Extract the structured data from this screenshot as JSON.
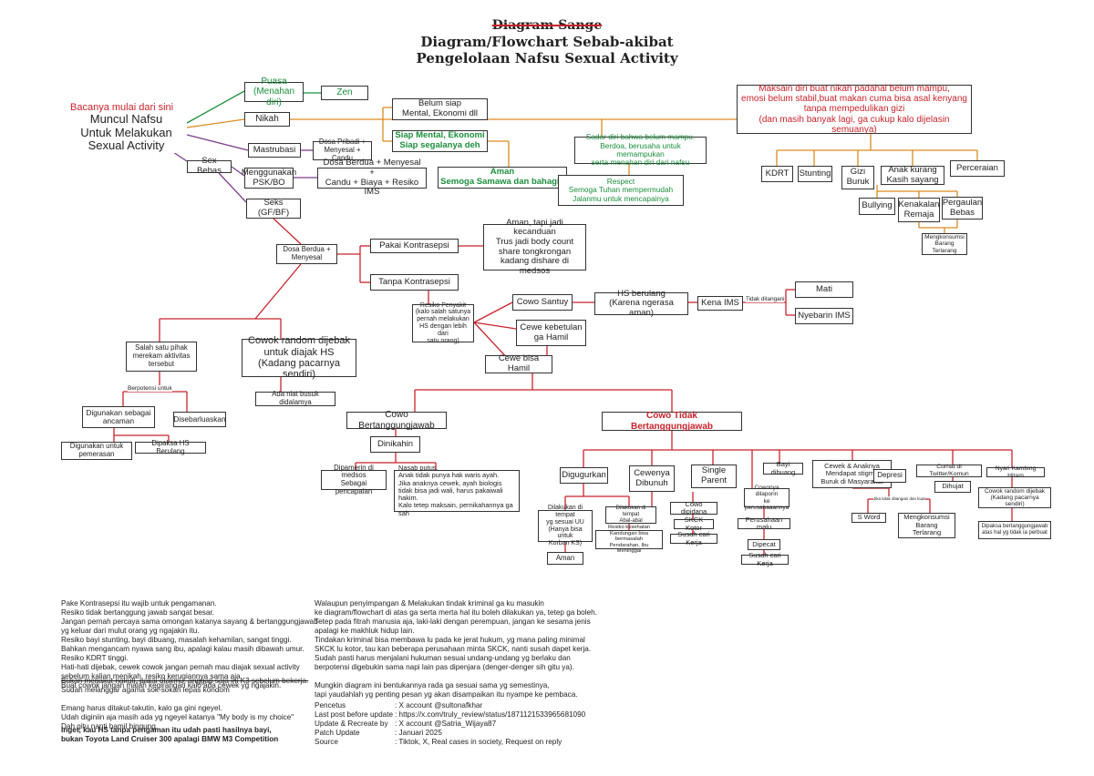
{
  "titles": {
    "struck": "Diagram Sange",
    "line1": "Diagram/Flowchart Sebab-akibat",
    "line2": "Pengelolaan Nafsu Sexual Activity"
  },
  "nodes": {
    "start_hint": "Bacanya mulai dari sini",
    "start": "Muncul Nafsu\nUntuk Melakukan\nSexual Activity",
    "puasa": "Puasa\n(Menahan diri)",
    "zen": "Zen",
    "nikah": "Nikah",
    "belum_siap": "Belum siap\nMental, Ekonomi dll",
    "siap": "Siap Mental, Ekonomi\nSiap segalanya deh",
    "aman_samawa": "Aman\nSemoga Samawa dan bahagia",
    "sadar": "Sadar diri bahwa belum mampu.\nBerdoa, berusaha untuk memampukan\nserta menahan diri dari nafsu",
    "respect": "Respect\nSemoga Tuhan mempermudah\nJalanmu untuk mencapainya",
    "maksain": "Maksain diri buat nikah padahal belum mampu,\nemosi belum stabil,buat makan cuma bisa asal kenyang\ntanpa mempedulikan gizi\n(dan masih banyak lagi, ga cukup kalo dijelasin semuanya)",
    "kdrt": "KDRT",
    "stunting": "Stunting",
    "gizi_buruk": "Gizi\nBuruk",
    "anak_kurang": "Anak kurang\nKasih sayang",
    "perceraian": "Perceraian",
    "bullying": "Bullying",
    "kenakalan": "Kenakalan\nRemaja",
    "pergaulan": "Pergaulan\nBebas",
    "mengkonsumsi_top": "Mengkonsumsi\nBarang\nTerlarang",
    "mastrubasi": "Mastrubasi",
    "dosa_pribadi": "Dosa Pribadi +\nMenyesal + Candu",
    "sex_bebas": "Sex Bebas",
    "psk": "Menggunakan\nPSK/BO",
    "dosa_berdua_ims": "Dosa Berdua + Menyesal +\nCandu + Biaya + Resiko IMS",
    "seks": "Seks\n(GF/BF)",
    "dosa_berdua": "Dosa Berdua +\nMenyesal",
    "pakai_kontrasepsi": "Pakai Kontrasepsi",
    "aman_kecanduan": "Aman, tapi jadi kecanduan\nTrus jadi body count\nshare tongkrongan\nkadang dishare di medsos",
    "tanpa_kontrasepsi": "Tanpa Kontrasepsi",
    "resiko_penyakit": "Resiko Penyakit\n(kalo salah satunya\npernah melakukan\nHS dengan lebih dari\nsatu orang)",
    "cowo_santuy": "Cowo Santuy",
    "hs_berulang": "HS berulang\n(Karena ngerasa aman)",
    "kena_ims": "Kena IMS",
    "tidak_ditangani": "Tidak ditangani",
    "mati": "Mati",
    "nyebarin_ims": "Nyebarin IMS",
    "cewe_kebetulan": "Cewe kebetulan\nga Hamil",
    "cewe_hamil": "Cewe bisa Hamil",
    "salah_satu": "Salah satu pihak\nmerekam aktivitas\ntersebut",
    "cowok_random": "Cowok random dijebak\nuntuk diajak HS\n(Kadang pacarnya sendiri)",
    "ada_niat": "Ada niat busuk didalamya",
    "berpotensi": "Berpotensi untuk",
    "digunakan_ancaman": "Digunakan sebagai\nancaman",
    "disebarluaskan": "Disebarluaskan",
    "digunakan_pemerasan": "Digunakan untuk\npemerasan",
    "dipaksa_hs": "Dipaksa HS Berulang",
    "cowo_tanggung": "Cowo Bertanggungjawab",
    "dinikahin": "Dinikahin",
    "dipamerin": "Dipamerin di medsos\nSebagai pencapaian",
    "nasab": "Nasab putus.\nAnak tidak punya hak waris ayah.\nJika anaknya cewek, ayah biologis\ntidak bisa jadi wali, harus pakaiwali hakim.\nKalo tetep maksain, pernikahannya ga sah",
    "cowo_tidak": "Cowo Tidak Bertanggungjawab",
    "digugurkan": "Digugurkan",
    "dilakukan_sesuai": "Dilakukan di tempat\nyg sesuai UU\n(Hanya bisa untuk\nKorban KS)",
    "aman_bottom": "Aman",
    "dilakukan_abal": "Dilakukan di tempat\nAbal-abal",
    "resiko_kesehatan": "Resiko kesehatan\nKandungan bisa bermasalah\nPendarahan, Ibu Meninggal",
    "cewenya_dibunuh": "Cewenya\nDibunuh",
    "cowo_dipidana": "Cowo dipidana",
    "skck_kotor": "SKCK Kotor",
    "susah_kerja1": "Susah cari Kerja",
    "single_parent": "Single\nParent",
    "cowonya_dilaporin": "Cowonya dilaporin\nke perusahaaannya",
    "perusahaan_malu": "Perusahaan malu",
    "dipecat": "Dipecat",
    "susah_kerja2": "Susah cari Kerja",
    "bayi_dibuang": "Bayi dibuang",
    "cewek_anaknya": "Cewek & Anaknya\nMendapat stigma\nBuruk di Masyarakat",
    "depresi": "Depresi",
    "jika_tidak": "Jika tidak ditangani dan kuat",
    "s_word": "S Word",
    "mengkonsumsi_bottom": "Mengkonsumsi\nBarang\nTerlarang",
    "curhat": "Curhat di Twitter/Komun",
    "dihujat": "Dihujat",
    "nyari_kambing": "Nyari Kambing Hitam",
    "cowok_random_dijebak": "Cowok random dijebak\n(Kadang pacarnya sendiri)",
    "dipaksa_tanggung": "Dipaksa bertanggungjawab\natas hal yg tidak ia perbuat"
  },
  "notes": {
    "left": "Pake Kontrasepsi itu wajib untuk pengamanan.\nResiko tidak bertanggung jawab sangat besar.\nJangan pernah percaya sama omongan katanya sayang & bertanggungjawab\nyg keluar dari mulut orang yg ngajakin itu.\nResiko bayi stunting, bayi dibuang, masalah kehamilan, sangat tinggi.\nBahkan mengancam nyawa sang ibu, apalagi kalau masih dibawah umur.\nResiko KDRT tinggi.\nHati-hati dijebak, cewek cowok jangan pernah mau diajak sexual activity\nsebelum kalian menikah, resiko kerugiannya sama aja.\nBuat cowok jangan malah kegirangan kalo ada cewek yg ngajakin.",
    "left_struck": "Bukan menakut-nakuti, pakai otakmu, anggap saja ini K3 sebelum bekerja.",
    "left_mid": "Sudah melanggar agama sok-sokan lepas kondom\n\nEmang harus ditakut-takutin, kalo ga gini ngeyel.\nUdah diginiin aja masih ada yg ngeyel katanya \"My body is my choice\"\nDah gitu nanti hamil bingung.",
    "left_red": "Inget, kau HS tanpa pengaman itu udah pasti hasilnya bayi,\nbukan Toyota Land Cruiser 300 apalagi BMW M3 Competition",
    "middle": "Walaupun penyimpangan & Melakukan tindak kriminal ga ku masukin\nke diagram/flowchart di atas ga serta merta hal itu boleh dilakukan ya, tetep ga boleh.\nTetep pada fitrah manusia aja, laki-laki dengan perempuan, jangan ke sesama jenis\napalagi ke makhluk hidup lain.\nTindakan kriminal bisa membawa lu pada ke jerat hukum, yg mana paling minimal\nSKCK lu kotor, tau kan beberapa perusahaan minta SKCK, nanti susah dapet kerja.\nSudah pasti harus menjalani hukuman sesuai undang-undang yg berlaku dan\nberpotensi digebukin sama napi lain pas dipenjara (denger-denger sih gitu ya).\n\nMungkin diagram ini bentukannya rada ga sesuai sama yg semestinya,\ntapi yaudahlah yg penting pesan yg akan disampaikan itu nyampe ke pembaca."
  },
  "credits": [
    {
      "key": "Pencetus",
      "value": ": X account @sultonafkhar"
    },
    {
      "key": "Last post before update",
      "value": ": https://x.com/truly_review/status/1871121533965681090"
    },
    {
      "key": "Update & Recreate by",
      "value": ": X account @Satria_Wijaya87"
    },
    {
      "key": "Patch Update",
      "value": ": Januari 2025"
    },
    {
      "key": "Source",
      "value": ": Tiktok, X, Real cases in society, Request on reply"
    }
  ]
}
